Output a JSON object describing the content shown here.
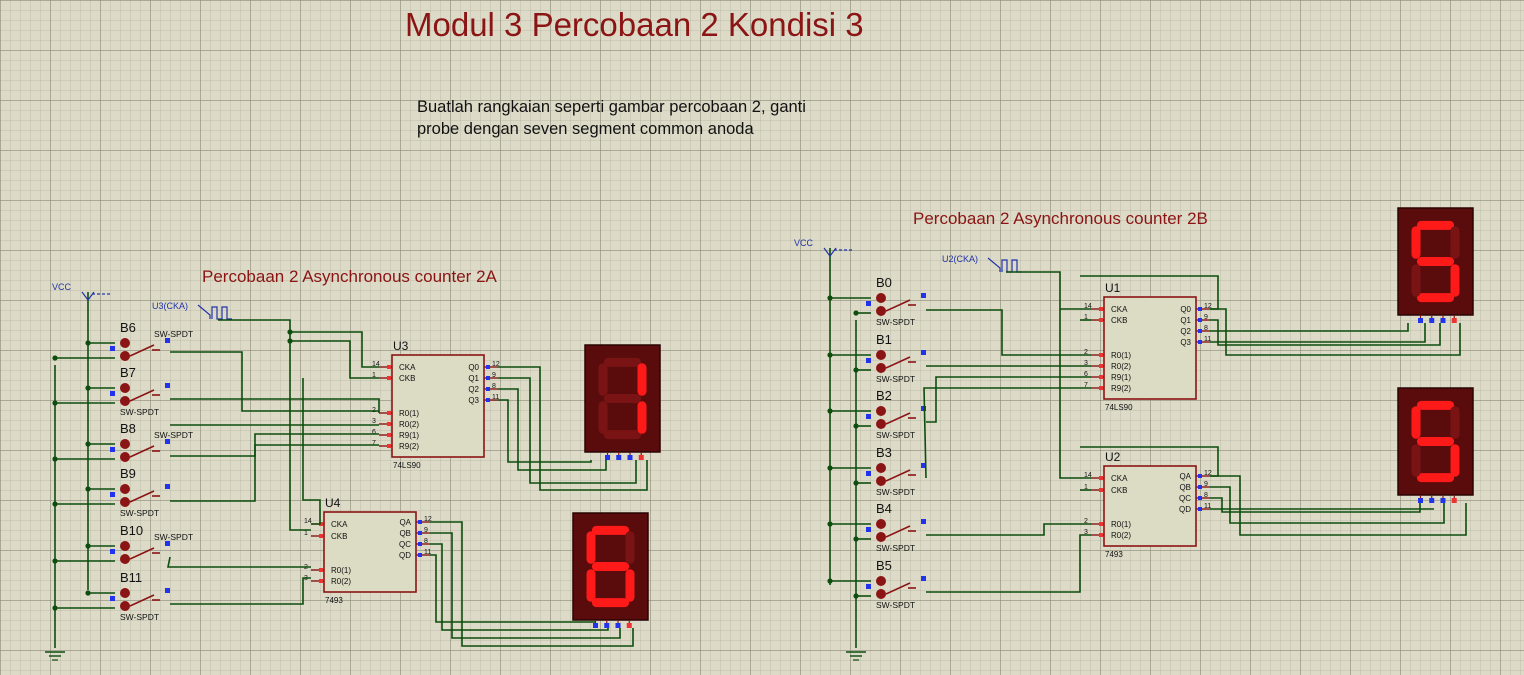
{
  "title": "Modul 3 Percobaan 2 Kondisi 3",
  "instruction": {
    "line1": "Buatlah rangkaian seperti gambar percobaan 2, ganti",
    "line2": "probe dengan seven segment common anoda"
  },
  "circuitA": {
    "label": "Percobaan 2 Asynchronous counter 2A",
    "vcc": "VCC",
    "clock": "U3(CKA)",
    "switches": [
      "B6",
      "B7",
      "B8",
      "B9",
      "B10",
      "B11"
    ],
    "switch_type": "SW-SPDT",
    "u_a": {
      "ref": "U3",
      "part": "74LS90",
      "left_pins": [
        "CKA",
        "CKB",
        "R0(1)",
        "R0(2)",
        "R9(1)",
        "R9(2)"
      ],
      "left_nums": [
        "14",
        "1",
        "2",
        "3",
        "6",
        "7"
      ],
      "right_pins": [
        "Q0",
        "Q1",
        "Q2",
        "Q3"
      ],
      "right_nums": [
        "12",
        "9",
        "8",
        "11"
      ]
    },
    "u_b": {
      "ref": "U4",
      "part": "7493",
      "left_pins": [
        "CKA",
        "CKB",
        "R0(1)",
        "R0(2)"
      ],
      "left_nums": [
        "14",
        "1",
        "2",
        "3"
      ],
      "right_pins": [
        "QA",
        "QB",
        "QC",
        "QD"
      ],
      "right_nums": [
        "12",
        "9",
        "8",
        "11"
      ]
    },
    "display_top_digit": "1",
    "display_bottom_digit": "6"
  },
  "circuitB": {
    "label": "Percobaan 2 Asynchronous counter 2B",
    "vcc": "VCC",
    "clock": "U2(CKA)",
    "switches": [
      "B0",
      "B1",
      "B2",
      "B3",
      "B4",
      "B5"
    ],
    "switch_type": "SW-SPDT",
    "u_a": {
      "ref": "U1",
      "part": "74LS90",
      "left_pins": [
        "CKA",
        "CKB",
        "R0(1)",
        "R0(2)",
        "R9(1)",
        "R9(2)"
      ],
      "left_nums": [
        "14",
        "1",
        "2",
        "3",
        "6",
        "7"
      ],
      "right_pins": [
        "Q0",
        "Q1",
        "Q2",
        "Q3"
      ],
      "right_nums": [
        "12",
        "9",
        "8",
        "11"
      ]
    },
    "u_b": {
      "ref": "U2",
      "part": "7493",
      "left_pins": [
        "CKA",
        "CKB",
        "R0(1)",
        "R0(2)"
      ],
      "left_nums": [
        "14",
        "1",
        "2",
        "3"
      ],
      "right_pins": [
        "QA",
        "QB",
        "QC",
        "QD"
      ],
      "right_nums": [
        "12",
        "9",
        "8",
        "11"
      ]
    },
    "display_top_digit": "5",
    "display_bottom_digit": "5"
  },
  "colors": {
    "wire": "#0d4d0d",
    "component": "#8b1414",
    "ic_fill": "#dcdbc4",
    "display_bg": "#5a0b0b",
    "segment_on": "#ff1a1a",
    "segment_off": "#7a1414",
    "pin_blue": "#2233ee",
    "pin_red": "#ee3333"
  }
}
